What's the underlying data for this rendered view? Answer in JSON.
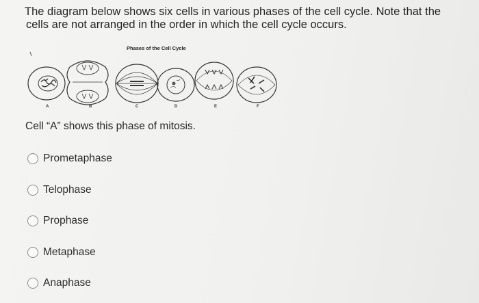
{
  "question": {
    "line1": "The diagram below shows six cells in various phases of the cell cycle. Note that the",
    "line2": "cells are not arranged in the order in which the cell cycle occurs."
  },
  "figure": {
    "title": "Phases of the Cell Cycle",
    "cell_labels": [
      "A",
      "B",
      "C",
      "D",
      "E",
      "F"
    ]
  },
  "prompt": "Cell “A” shows this phase of mitosis.",
  "choices": [
    {
      "label": "Prometaphase",
      "selected": false
    },
    {
      "label": "Telophase",
      "selected": false
    },
    {
      "label": "Prophase",
      "selected": false
    },
    {
      "label": "Metaphase",
      "selected": false
    },
    {
      "label": "Anaphase",
      "selected": false
    }
  ]
}
